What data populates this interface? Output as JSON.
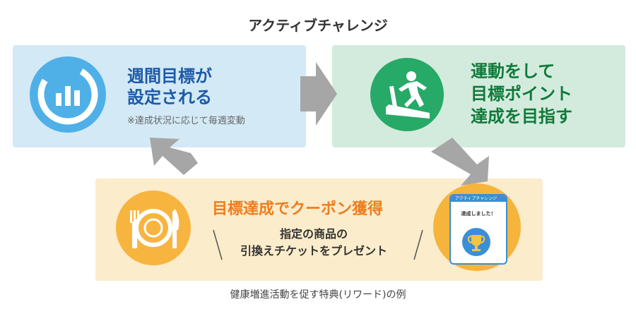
{
  "title": "アクティブチャレンジ",
  "goal_box": {
    "heading_line1": "週間目標が",
    "heading_line2": "設定される",
    "note": "※達成状況に応じて毎週変動",
    "icon": "bar-chart-gauge-icon"
  },
  "exercise_box": {
    "heading_line1": "運動をして",
    "heading_line2": "目標ポイント",
    "heading_line3": "達成を目指す",
    "icon": "treadmill-runner-icon"
  },
  "reward_box": {
    "heading": "目標達成でクーポン獲得",
    "sub_line1": "指定の商品の",
    "sub_line2": "引換えチケットをプレゼント",
    "icon": "plate-fork-knife-icon"
  },
  "phone": {
    "header": "アクティブチャレンジ",
    "message": "達成しました！",
    "icon": "trophy-icon"
  },
  "caption": "健康増進活動を促す特典(リワード)の例",
  "colors": {
    "blue": "#4fb0e8",
    "green": "#27a968",
    "orange": "#f7b540",
    "arrow": "#a6a6a6"
  }
}
